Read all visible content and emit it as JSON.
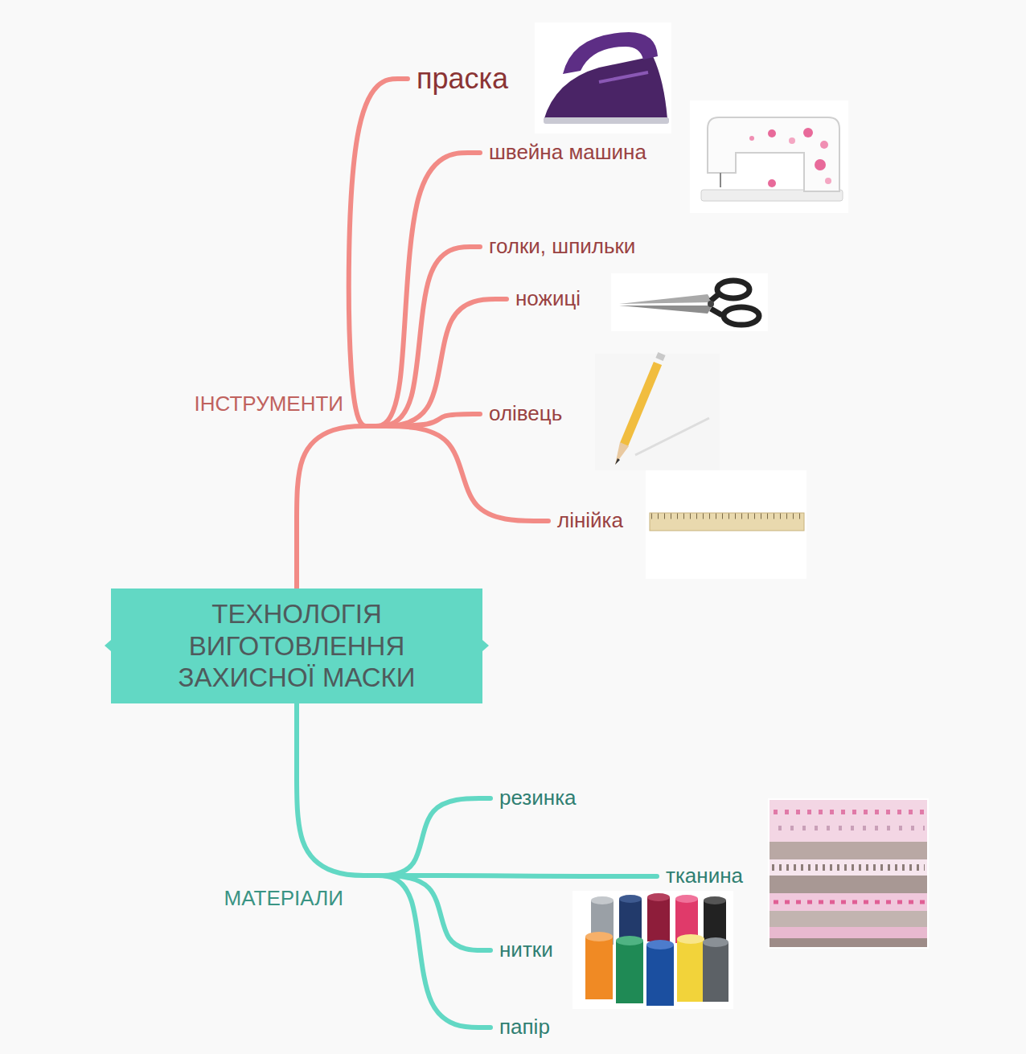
{
  "diagram": {
    "nodes": [
      {
        "text": [
          "ТЕХНОЛОГІЯ ВИГОТОВЛЕННЯ ЗАХИСНОЇ МАСКИ"
        ]
      },
      {
        "text": [
          "ІНСТРУМЕНТИ"
        ]
      },
      {
        "text": [
          "праска"
        ]
      },
      {
        "text": [
          "швейна машина"
        ]
      },
      {
        "text": [
          "голки, шпильки"
        ]
      },
      {
        "text": [
          "ножиці"
        ]
      },
      {
        "text": [
          "олівець"
        ]
      },
      {
        "text": [
          "лінійка"
        ]
      },
      {
        "text": [
          "МАТЕРІАЛИ"
        ]
      },
      {
        "text": [
          "резинка"
        ]
      },
      {
        "text": [
          "тканина"
        ]
      },
      {
        "text": [
          "нитки"
        ]
      },
      {
        "text": [
          "папір"
        ]
      }
    ],
    "edges": [
      {
        "from": 0,
        "to": 1,
        "arrow": "none"
      },
      {
        "from": 1,
        "to": 2,
        "arrow": "none"
      },
      {
        "from": 1,
        "to": 3,
        "arrow": "none"
      },
      {
        "from": 1,
        "to": 4,
        "arrow": "none"
      },
      {
        "from": 1,
        "to": 5,
        "arrow": "none"
      },
      {
        "from": 1,
        "to": 6,
        "arrow": "none"
      },
      {
        "from": 1,
        "to": 7,
        "arrow": "none"
      },
      {
        "from": 0,
        "to": 8,
        "arrow": "none"
      },
      {
        "from": 8,
        "to": 9,
        "arrow": "none"
      },
      {
        "from": 8,
        "to": 10,
        "arrow": "none"
      },
      {
        "from": 8,
        "to": 11,
        "arrow": "none"
      },
      {
        "from": 8,
        "to": 12,
        "arrow": "none"
      }
    ]
  }
}
